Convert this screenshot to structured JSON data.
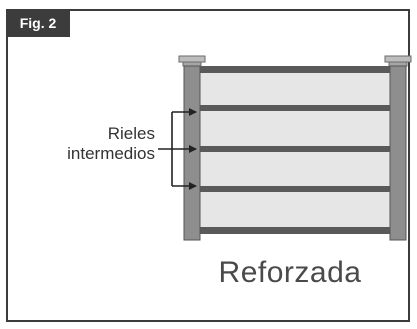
{
  "figure": {
    "tab_label": "Fig. 2",
    "caption": "Reforzada"
  },
  "callout": {
    "line1": "Rieles",
    "line2": "intermedios",
    "rail_count": 3
  },
  "colors": {
    "frame": "#3c3c3c",
    "post": "#8e8e8e",
    "rail": "#5a5a5a",
    "panel": "#e6e6e6"
  }
}
